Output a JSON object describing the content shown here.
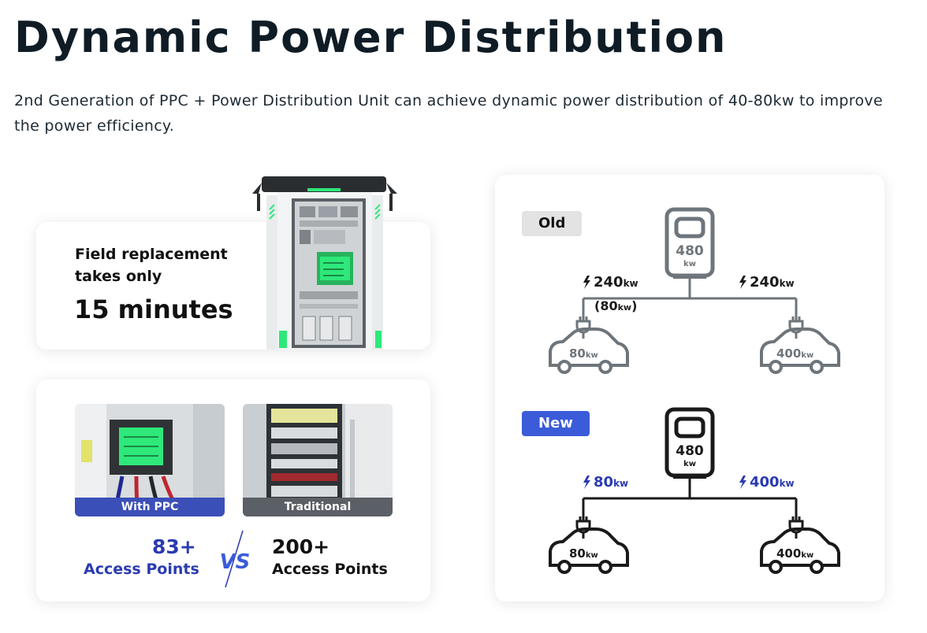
{
  "title": "Dynamic Power Distribution",
  "subtitle": "2nd Generation of PPC + Power Distribution Unit can achieve dynamic power distribution of 40-80kw to improve the power efficiency.",
  "field": {
    "line1": "Field replacement",
    "line2": "takes only",
    "big": "15 minutes"
  },
  "compare": {
    "left_label": "With PPC",
    "right_label": "Traditional",
    "left_number": "83+",
    "right_number": "200+",
    "left_caption": "Access Points",
    "right_caption": "Access Points",
    "vs": "VS"
  },
  "old": {
    "tag": "Old",
    "charger_value": "480",
    "charger_unit": "kw",
    "left_power": "240",
    "right_power": "240",
    "power_unit": "kw",
    "left_note_open": "(80",
    "left_note_unit": "kw",
    "left_note_close": ")",
    "left_car": "80",
    "right_car": "400",
    "car_unit": "kw"
  },
  "new": {
    "tag": "New",
    "charger_value": "480",
    "charger_unit": "kw",
    "left_power": "80",
    "right_power": "400",
    "power_unit": "kw",
    "left_car": "80",
    "right_car": "400",
    "car_unit": "kw"
  },
  "colors": {
    "old_line": "#6e757b",
    "new_line": "#1a1a1a",
    "new_power": "#2b3bb0",
    "accent_green": "#2ee87a",
    "new_tag": "#3b5bd9"
  }
}
